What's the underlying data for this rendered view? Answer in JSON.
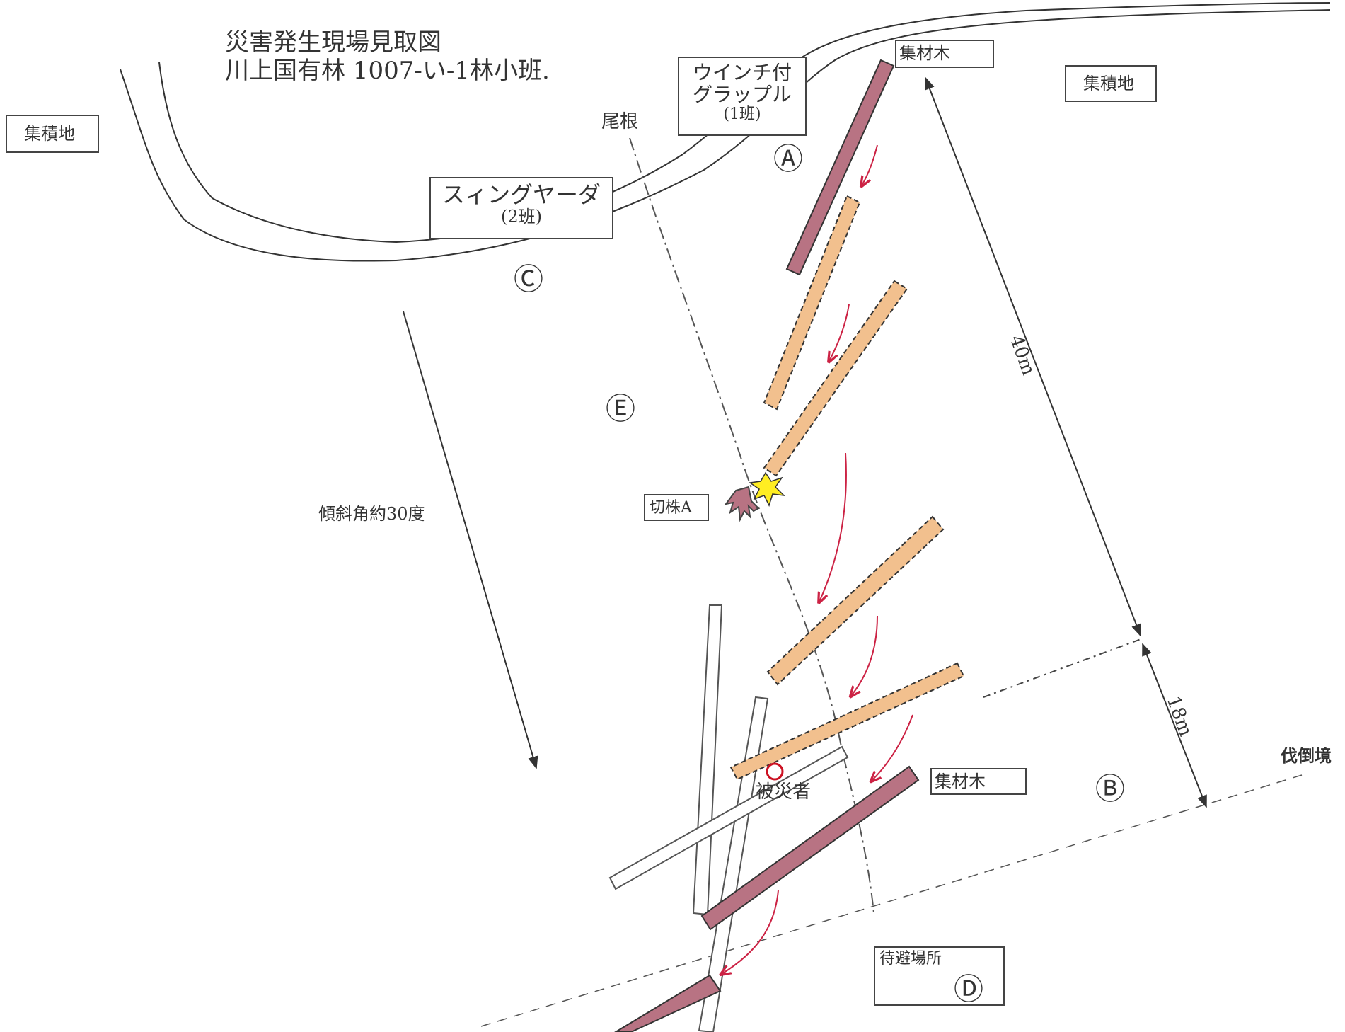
{
  "title": {
    "line1": "災害発生現場見取図",
    "line2": "川上国有林 1007-い-1林小班."
  },
  "labels": {
    "landing_left": "集積地",
    "landing_right": "集積地",
    "ridge": "尾根",
    "winch": {
      "line1": "ウインチ付",
      "line2": "グラップル",
      "line3": "(1班)"
    },
    "swing_yarder": {
      "line1": "スィングヤーダ",
      "line2": "(2班)"
    },
    "slope": "傾斜角約30度",
    "stump": "切株A",
    "victim": "被災者",
    "felling_boundary": "伐倒境",
    "gathered_log_top": "集材木",
    "gathered_log_mid": "集材木",
    "waiting_place": "待避場所"
  },
  "markers": {
    "A": "Ⓐ",
    "B": "Ⓑ",
    "C": "Ⓒ",
    "D": "Ⓓ",
    "E": "Ⓔ"
  },
  "dimensions": {
    "distance_40": "40m",
    "distance_18": "18m"
  },
  "colors": {
    "log_felled": "#f2c08e",
    "log_gathered": "#b87383",
    "movement_arrow": "#cc2244",
    "impact_star": "#ffee22",
    "victim_marker": "#cc1122"
  }
}
